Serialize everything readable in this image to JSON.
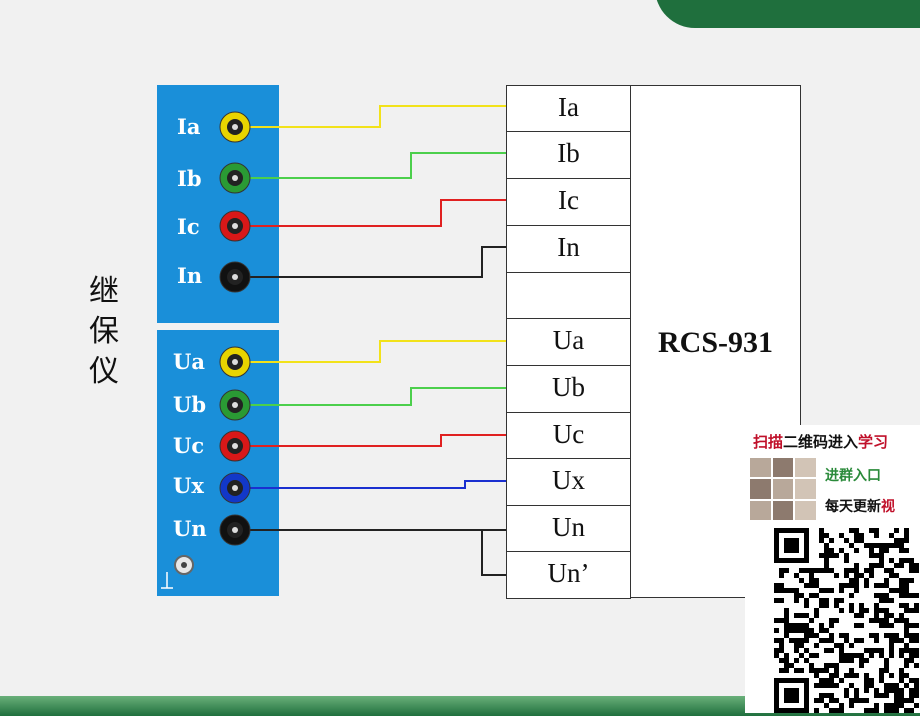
{
  "device_label": "继保仪",
  "current_terminals": [
    {
      "label": "Ia",
      "color": "#e8d400",
      "wire": "#f2e21a"
    },
    {
      "label": "Ib",
      "color": "#2a9a34",
      "wire": "#4ccf4c"
    },
    {
      "label": "Ic",
      "color": "#d81818",
      "wire": "#e02020"
    },
    {
      "label": "In",
      "color": "#111111",
      "wire": "#222222"
    }
  ],
  "voltage_terminals": [
    {
      "label": "Ua",
      "color": "#e8d400",
      "wire": "#f2e21a"
    },
    {
      "label": "Ub",
      "color": "#2a9a34",
      "wire": "#4ccf4c"
    },
    {
      "label": "Uc",
      "color": "#d81818",
      "wire": "#e02020"
    },
    {
      "label": "Ux",
      "color": "#1238c8",
      "wire": "#1a2fd0"
    },
    {
      "label": "Un",
      "color": "#111111",
      "wire": "#222222"
    }
  ],
  "relay_terminals": [
    "Ia",
    "Ib",
    "Ic",
    "In",
    "",
    "Ua",
    "Ub",
    "Uc",
    "Ux",
    "Un",
    "Un’"
  ],
  "relay_name": "RCS-931",
  "ad": {
    "title_prefix": "扫描",
    "title_main": "二维码进入",
    "title_suffix": "学习",
    "line1": "进群入口",
    "line2_main": "每天更新",
    "line2_suffix": "视"
  }
}
